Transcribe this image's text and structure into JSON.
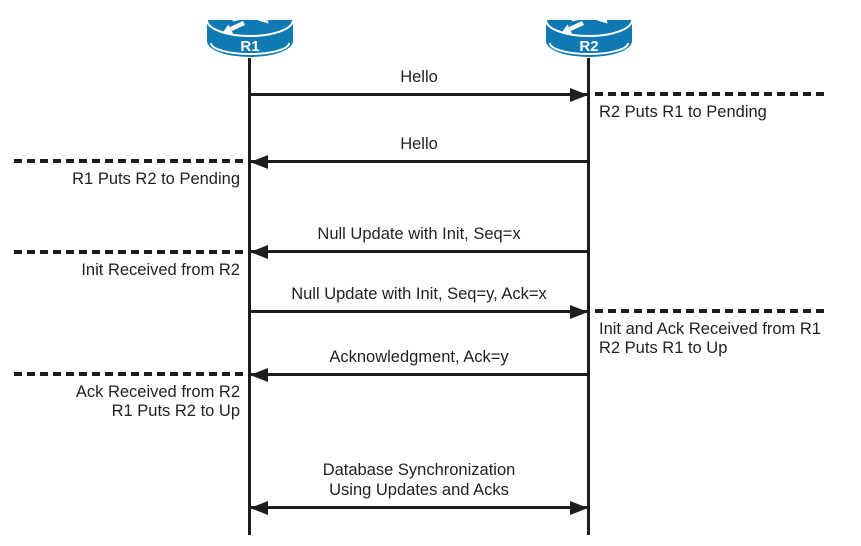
{
  "routers": [
    {
      "label": "R1"
    },
    {
      "label": "R2"
    }
  ],
  "messages": [
    {
      "text": "Hello",
      "direction": "r1-to-r2"
    },
    {
      "text": "Hello",
      "direction": "r2-to-r1"
    },
    {
      "text": "Null Update with Init, Seq=x",
      "direction": "r2-to-r1"
    },
    {
      "text": "Null Update with Init, Seq=y, Ack=x",
      "direction": "r1-to-r2"
    },
    {
      "text": "Acknowledgment, Ack=y",
      "direction": "r2-to-r1"
    },
    {
      "lines": [
        "Database Synchronization",
        "Using Updates and Acks"
      ],
      "direction": "bidirectional"
    }
  ],
  "annotations": [
    {
      "side": "right",
      "lines": [
        "R2 Puts R1 to Pending"
      ]
    },
    {
      "side": "left",
      "lines": [
        "R1 Puts R2 to Pending"
      ]
    },
    {
      "side": "left",
      "lines": [
        "Init Received from R2"
      ]
    },
    {
      "side": "right",
      "lines": [
        "Init and Ack Received from R1",
        "R2 Puts R1 to Up"
      ]
    },
    {
      "side": "left",
      "lines": [
        "Ack Received from R2",
        "R1 Puts R2 to Up"
      ]
    }
  ],
  "colors": {
    "router_blue": "#0e79b2",
    "line_black": "#1d1d1b",
    "text": "#231f20"
  }
}
